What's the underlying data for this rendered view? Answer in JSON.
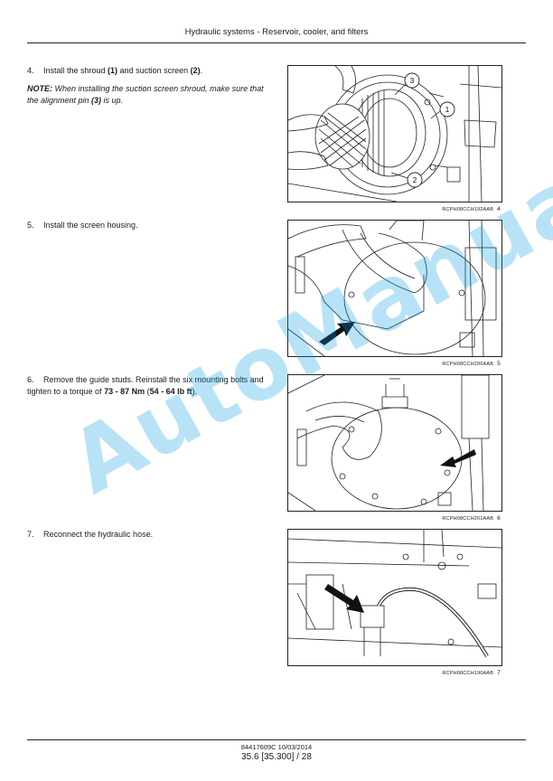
{
  "header": {
    "title": "Hydraulic systems - Reservoir, cooler, and filters"
  },
  "steps": [
    {
      "num": "4.",
      "parts": [
        "Install the shroud ",
        "(1)",
        " and suction screen ",
        "(2)",
        "."
      ],
      "note": {
        "label": "NOTE:",
        "text_a": " When installing the suction screen shroud, make sure that the alignment pin ",
        "pin": "(3)",
        "text_b": " is up."
      },
      "figure": {
        "code": "RCPH08CCH192AAB",
        "number": "4",
        "callouts": [
          "1",
          "2",
          "3"
        ]
      }
    },
    {
      "num": "5.",
      "text": "Install the screen housing.",
      "figure": {
        "code": "RCPH08CCH200AAB",
        "number": "5"
      }
    },
    {
      "num": "6.",
      "text_a": "Remove the guide studs.  Reinstall the six mounting bolts and tighten to a torque of ",
      "torque_nm": "73 - 87 Nm",
      "text_b": " (",
      "torque_lb": "54 - 64 lb ft",
      "text_c": ").",
      "figure": {
        "code": "RCPH08CCH201AAB",
        "number": "6"
      }
    },
    {
      "num": "7.",
      "text": "Reconnect the hydraulic hose.",
      "figure": {
        "code": "RCPH08CCH190AAB",
        "number": "7"
      }
    }
  ],
  "footer": {
    "doc": "84417609C 10/03/2014",
    "page": "35.6 [35.300] / 28"
  },
  "watermark": {
    "text": "AutoManual",
    "color": "#0099e0"
  }
}
